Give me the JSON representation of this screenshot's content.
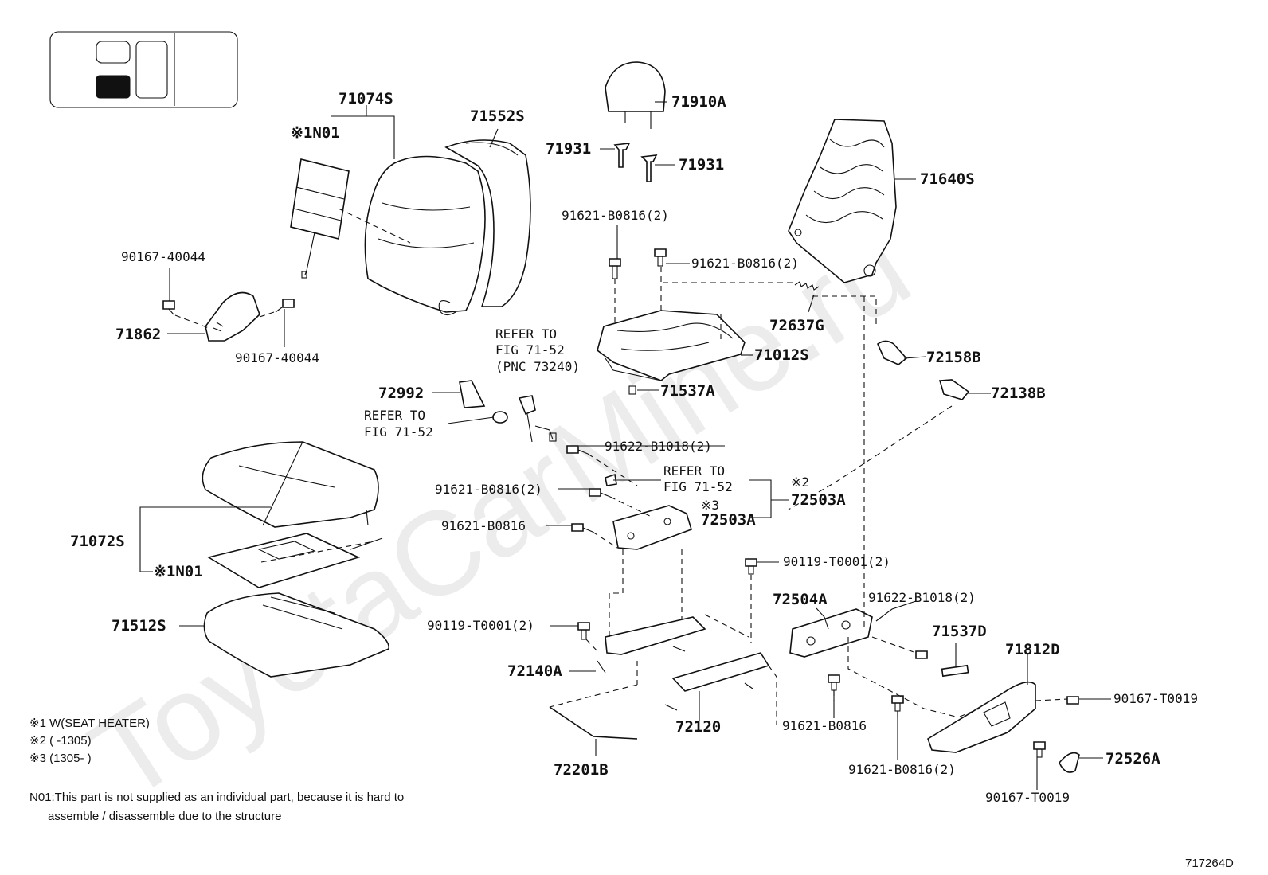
{
  "watermark": "ToyotaCarMine.ru",
  "figure_id": "717264D",
  "notes": {
    "n1": "※1 W(SEAT HEATER)",
    "n2": "※2 (      -1305)",
    "n3": "※3 (1305-      )",
    "n01_line1": "N01:This part is not supplied as an individual part, because it is hard to",
    "n01_line2": "assemble / disassemble due to the structure"
  },
  "labels": {
    "p71074S": "71074S",
    "n01_top": "※1N01",
    "p71552S": "71552S",
    "p71910A": "71910A",
    "p71931_a": "71931",
    "p71931_b": "71931",
    "p71640S": "71640S",
    "b91621_a": "91621-B0816(2)",
    "b91621_b": "91621-B0816(2)",
    "p90167_a": "90167-40044",
    "p90167_b": "90167-40044",
    "p71862": "71862",
    "p72637G": "72637G",
    "p71012S": "71012S",
    "p72158B": "72158B",
    "p71537A": "71537A",
    "p72138B": "72138B",
    "refer1_l1": "REFER TO",
    "refer1_l2": "FIG 71-52",
    "refer1_l3": "(PNC 73240)",
    "p72992": "72992",
    "refer2_l1": "REFER TO",
    "refer2_l2": "FIG 71-52",
    "b91622_a": "91622-B1018(2)",
    "refer3_l1": "REFER TO",
    "refer3_l2": "FIG 71-52",
    "mark2": "※2",
    "p72503A_a": "72503A",
    "mark3": "※3",
    "p72503A_b": "72503A",
    "b91621_c": "91621-B0816(2)",
    "b91621_d": "91621-B0816",
    "p71072S": "71072S",
    "n01_bottom": "※1N01",
    "b90119_a": "90119-T0001(2)",
    "p71512S": "71512S",
    "p72504A": "72504A",
    "b91622_b": "91622-B1018(2)",
    "p71537D": "71537D",
    "b90119_b": "90119-T0001(2)",
    "p71812D": "71812D",
    "p72140A": "72140A",
    "p90167_c": "90167-T0019",
    "p72120": "72120",
    "b91621_e": "91621-B0816",
    "p72526A": "72526A",
    "p72201B": "72201B",
    "b91621_f": "91621-B0816(2)",
    "p90167_d": "90167-T0019"
  }
}
